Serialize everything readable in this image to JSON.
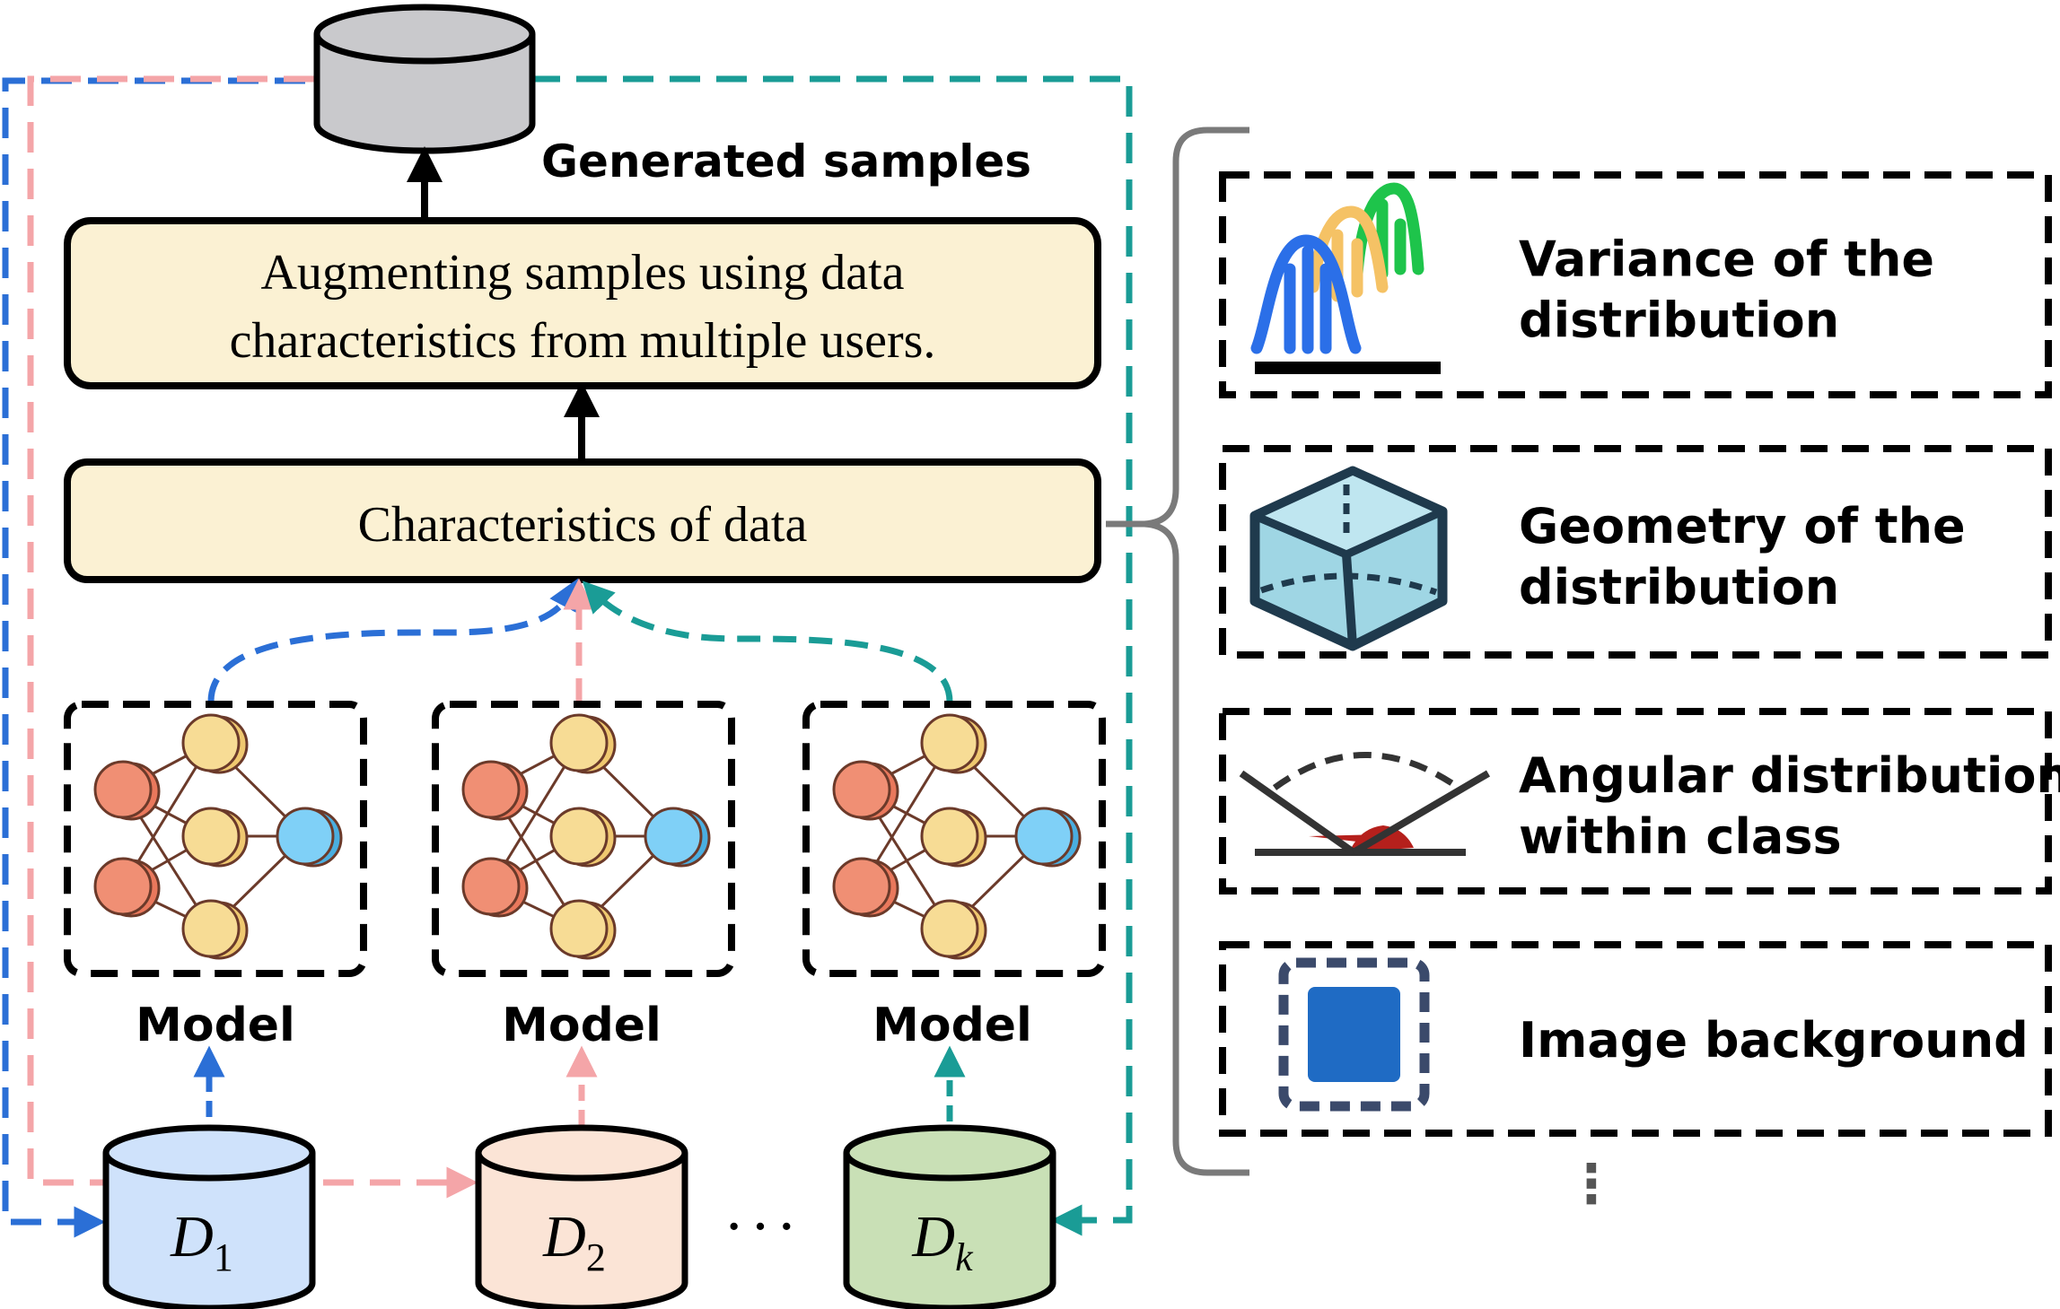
{
  "top_store": {
    "label": "Generated samples"
  },
  "augment_box": {
    "line1": "Augmenting samples using data",
    "line2": "characteristics from multiple users."
  },
  "characteristics_box": {
    "label": "Characteristics of data"
  },
  "models": [
    {
      "label": "Model"
    },
    {
      "label": "Model"
    },
    {
      "label": "Model"
    }
  ],
  "datasets": [
    {
      "base": "D",
      "sub": "1",
      "color": "#cfe2fb"
    },
    {
      "base": "D",
      "sub": "2",
      "color": "#fbe4d6"
    },
    {
      "base": "D",
      "sub": "k",
      "color": "#c9e0b6"
    }
  ],
  "dataset_ellipsis": "···",
  "flow_colors": {
    "user1": "#2b6fd6",
    "user2": "#f4a5a8",
    "userk": "#1a9c96"
  },
  "characteristic_items": [
    {
      "icon": "bell-curves-icon",
      "line1": "Variance of the",
      "line2": "distribution"
    },
    {
      "icon": "cube-icon",
      "line1": "Geometry of the",
      "line2": "distribution"
    },
    {
      "icon": "angle-icon",
      "line1": "Angular distribution",
      "line2": "within class"
    },
    {
      "icon": "image-background-icon",
      "line1": "Image background",
      "line2": ""
    }
  ],
  "list_ellipsis": "⋮"
}
